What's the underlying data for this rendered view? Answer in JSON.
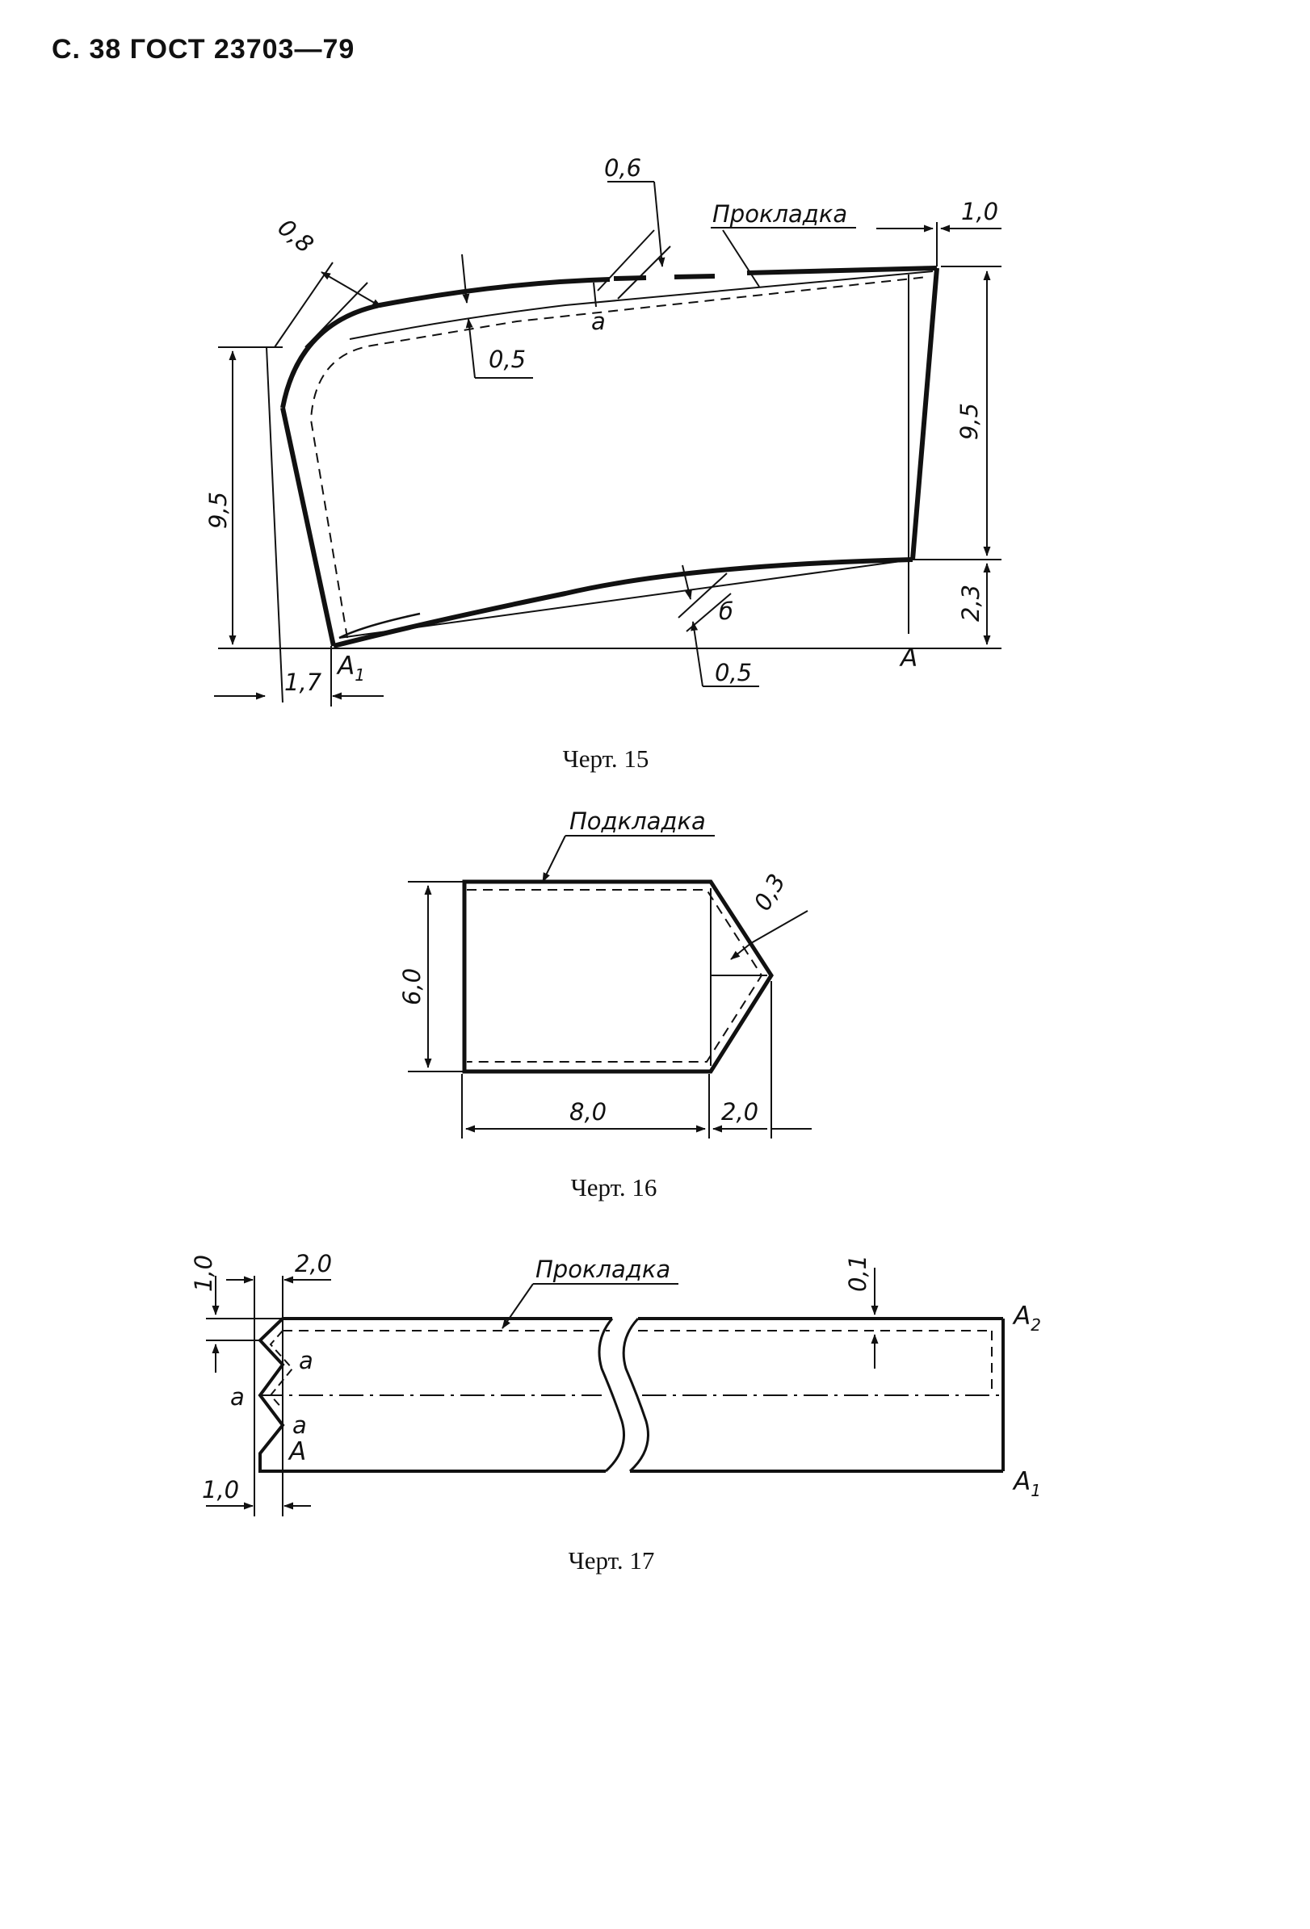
{
  "header": "С. 38 ГОСТ 23703—79",
  "fig15": {
    "caption": "Черт. 15",
    "label_prokladka": "Прокладка",
    "dim_06": "0,6",
    "dim_10": "1,0",
    "dim_08": "0,8",
    "dim_05_top": "0,5",
    "dim_95_left": "9,5",
    "dim_95_right": "9,5",
    "dim_23": "2,3",
    "dim_17": "1,7",
    "dim_05_bottom": "0,5",
    "label_a": "а",
    "label_b": "б",
    "label_A": "А",
    "label_A1": "А",
    "label_A1_sub": "1"
  },
  "fig16": {
    "caption": "Черт. 16",
    "label_podkladka": "Подкладка",
    "dim_03": "0,3",
    "dim_60": "6,0",
    "dim_80": "8,0",
    "dim_20": "2,0"
  },
  "fig17": {
    "caption": "Черт. 17",
    "label_prokladka": "Прокладка",
    "dim_10_top": "1,0",
    "dim_20": "2,0",
    "dim_01": "0,1",
    "dim_10_bottom": "1,0",
    "label_a_left": "а",
    "label_a_upper": "а",
    "label_a_lower": "а",
    "label_A": "А",
    "label_A2": "А",
    "label_A2_sub": "2",
    "label_A1": "А",
    "label_A1_sub": "1"
  }
}
